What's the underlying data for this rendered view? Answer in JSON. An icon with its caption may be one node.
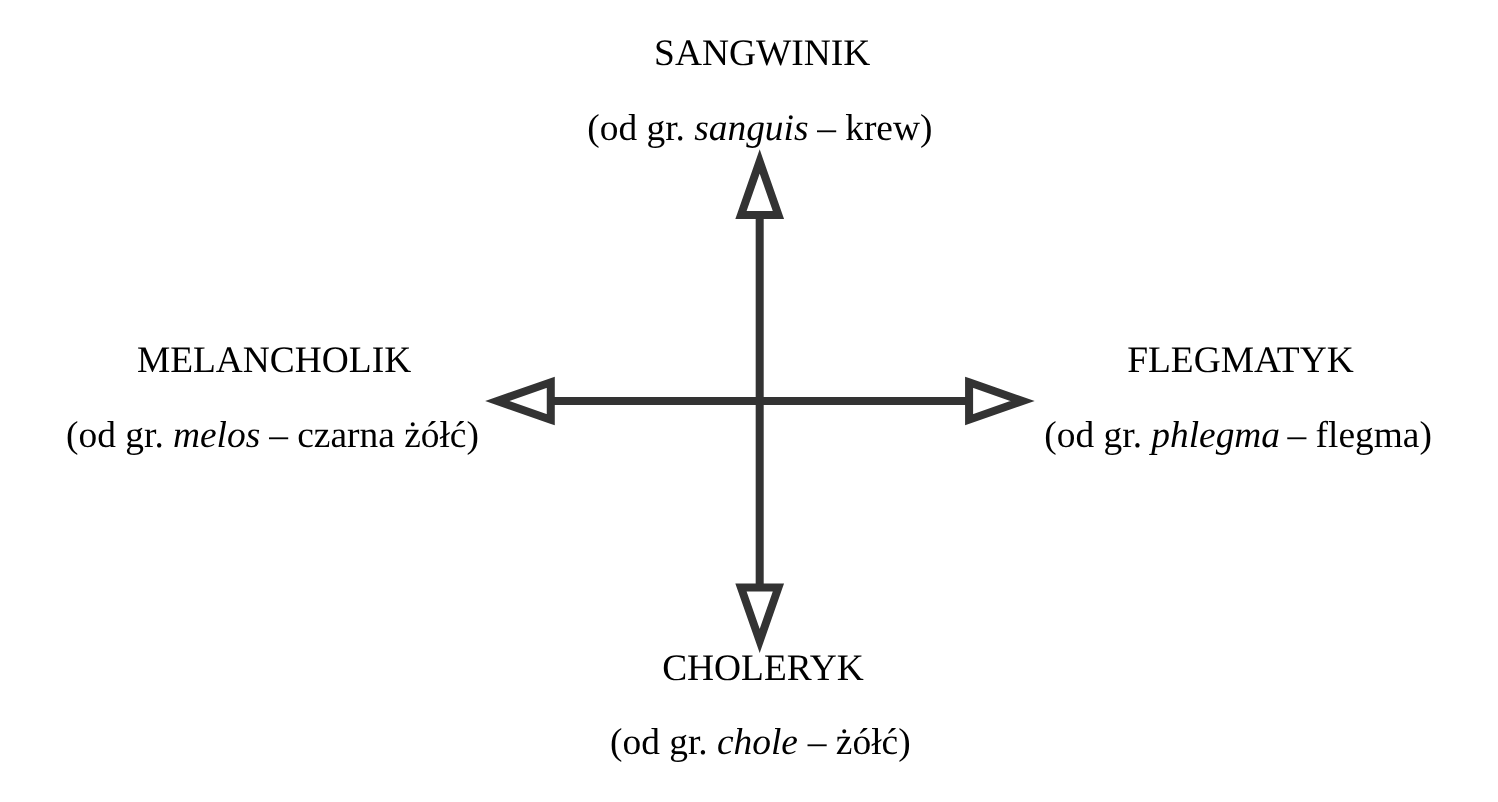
{
  "diagram": {
    "nodes": [
      {
        "text": [
          "SANGWINIK",
          "(od gr. *sanguis* – krew)"
        ]
      },
      {
        "text": [
          "MELANCHOLIK",
          "(od gr. *melos* – czarna żółć)"
        ]
      },
      {
        "text": [
          "FLEGMATYK",
          "(od gr. *phlegma* – flegma)"
        ]
      },
      {
        "text": [
          "CHOLERYK",
          "(od gr. *chole* – żółć)"
        ]
      }
    ],
    "edges": [
      {
        "from": 0,
        "to": 3,
        "arrow": "both"
      },
      {
        "from": 1,
        "to": 2,
        "arrow": "both"
      }
    ]
  }
}
